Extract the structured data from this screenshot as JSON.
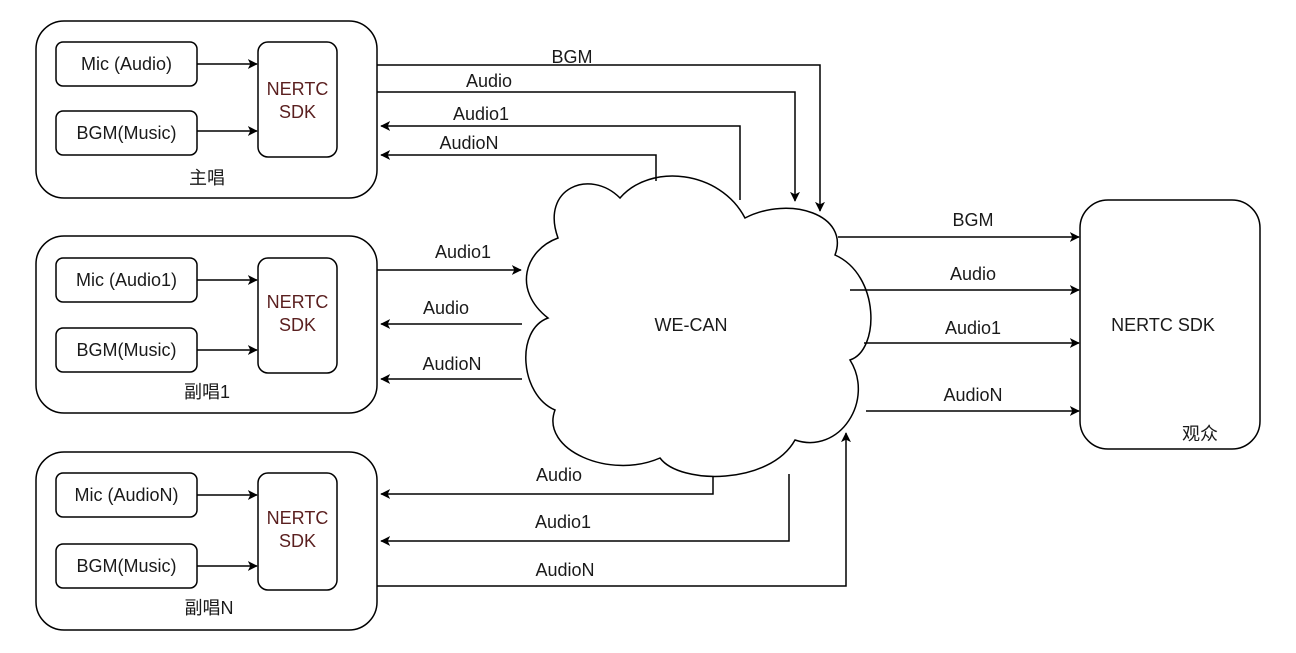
{
  "singers": [
    {
      "mic_label": "Mic (Audio)",
      "bgm_label": "BGM(Music)",
      "sdk_line1": "NERTC",
      "sdk_line2": "SDK",
      "caption": "主唱"
    },
    {
      "mic_label": "Mic (Audio1)",
      "bgm_label": "BGM(Music)",
      "sdk_line1": "NERTC",
      "sdk_line2": "SDK",
      "caption": "副唱1"
    },
    {
      "mic_label": "Mic (AudioN)",
      "bgm_label": "BGM(Music)",
      "sdk_line1": "NERTC",
      "sdk_line2": "SDK",
      "caption": "副唱N"
    }
  ],
  "cloud": {
    "label": "WE-CAN"
  },
  "audience": {
    "sdk_label": "NERTC SDK",
    "caption": "观众"
  },
  "flows": {
    "lead": [
      "BGM",
      "Audio",
      "Audio1",
      "AudioN"
    ],
    "co1": [
      "Audio1",
      "Audio",
      "AudioN"
    ],
    "coN": [
      "Audio",
      "Audio1",
      "AudioN"
    ],
    "out": [
      "BGM",
      "Audio",
      "Audio1",
      "AudioN"
    ]
  },
  "colors": {
    "stroke": "#000000",
    "sdk_text": "#5a1f1f",
    "text": "#1a1a1a"
  }
}
